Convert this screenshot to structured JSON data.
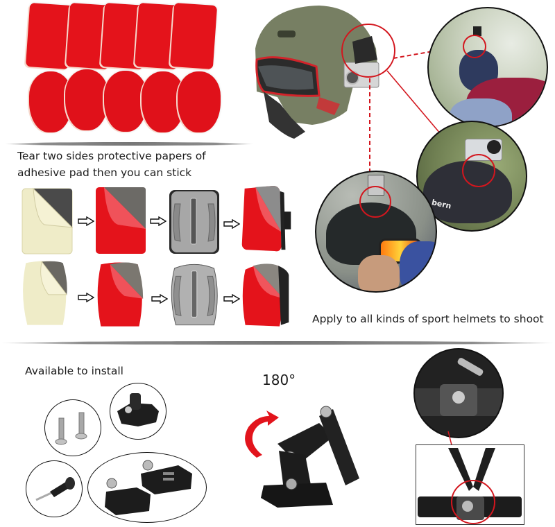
{
  "product": {
    "colors": {
      "adhesive_red": "#e4131b",
      "callout_red": "#d3161e",
      "backing_cream": "#efecc8",
      "mount_silver": "#a9a9a9",
      "helmet_olive": "#767e62"
    }
  },
  "adhesive_pads": {
    "rect_count": 5,
    "round_count": 5
  },
  "instructions": {
    "line1": "Tear two sides protective papers of",
    "line2": "adhesive pad then you can stick",
    "steps_rows": [
      {
        "shape": "flat",
        "steps": [
          "backing-paper",
          "red-adhesive",
          "flat-mount",
          "mounted-side"
        ]
      },
      {
        "shape": "curved",
        "steps": [
          "backing-paper",
          "red-adhesive",
          "curved-mount",
          "mounted-side"
        ]
      }
    ],
    "arrow_icon": "hollow-right-arrow"
  },
  "helmets": {
    "caption": "Apply to all kinds of sport helmets to shoot",
    "photos": [
      "helmet-side-mount",
      "wingsuit-helmet-top",
      "bern-helmet-top",
      "ski-helmet-top"
    ],
    "bern_logo": "bern"
  },
  "accessories": {
    "caption": "Available to install",
    "items": [
      "screws",
      "quick-release-buckle",
      "thumb-screw",
      "extension-arms"
    ]
  },
  "pivot_arm": {
    "rotation_label": "180°"
  },
  "chest_strap": {
    "items": [
      "chest-mount-closeup",
      "chest-harness"
    ]
  }
}
